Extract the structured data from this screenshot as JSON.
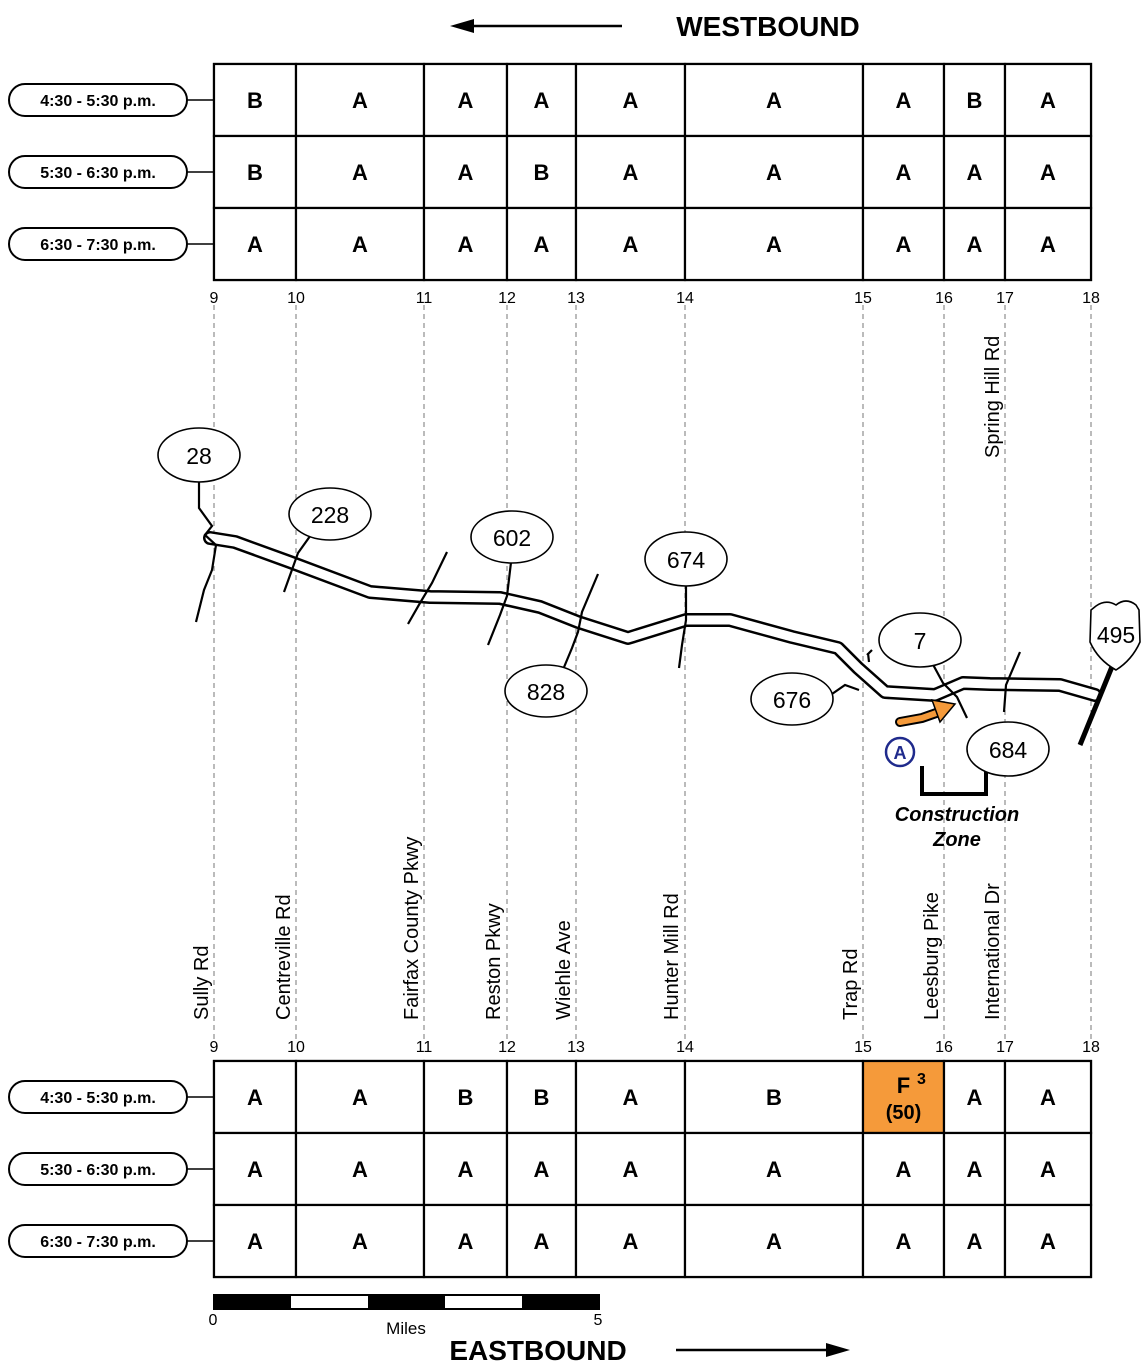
{
  "westbound_label": "WESTBOUND",
  "eastbound_label": "EASTBOUND",
  "mile_ticks": [
    "9",
    "10",
    "11",
    "12",
    "13",
    "14",
    "15",
    "16",
    "17",
    "18"
  ],
  "time_periods": [
    "4:30 - 5:30 p.m.",
    "5:30 - 6:30 p.m.",
    "6:30 - 7:30 p.m."
  ],
  "westbound_grid": [
    [
      "B",
      "A",
      "A",
      "A",
      "A",
      "A",
      "A",
      "B",
      "A"
    ],
    [
      "B",
      "A",
      "A",
      "B",
      "A",
      "A",
      "A",
      "A",
      "A"
    ],
    [
      "A",
      "A",
      "A",
      "A",
      "A",
      "A",
      "A",
      "A",
      "A"
    ]
  ],
  "eastbound_grid": [
    [
      "A",
      "A",
      "B",
      "B",
      "A",
      "B",
      "F",
      "A",
      "A"
    ],
    [
      "A",
      "A",
      "A",
      "A",
      "A",
      "A",
      "A",
      "A",
      "A"
    ],
    [
      "A",
      "A",
      "A",
      "A",
      "A",
      "A",
      "A",
      "A",
      "A"
    ]
  ],
  "highlight_cell": {
    "grade": "F",
    "superscript": "3",
    "speed": "(50)",
    "color": "#f59a3a"
  },
  "cross_streets": {
    "bottom": [
      "Sully Rd",
      "Centreville Rd",
      "Fairfax County Pkwy",
      "Reston Pkwy",
      "Wiehle Ave",
      "Hunter Mill Rd",
      "Trap Rd",
      "Leesburg Pike",
      "International Dr"
    ],
    "top": [
      "Spring Hill Rd"
    ]
  },
  "route_shields": [
    "28",
    "228",
    "602",
    "674",
    "828",
    "676",
    "7",
    "684",
    "495"
  ],
  "marker_a": "A",
  "construction_zone": [
    "Construction",
    "Zone"
  ],
  "scale": {
    "start": "0",
    "end": "5",
    "unit": "Miles"
  },
  "colors": {
    "highlight": "#f59a3a",
    "marker": "#1f2a8c",
    "line": "#000000"
  }
}
